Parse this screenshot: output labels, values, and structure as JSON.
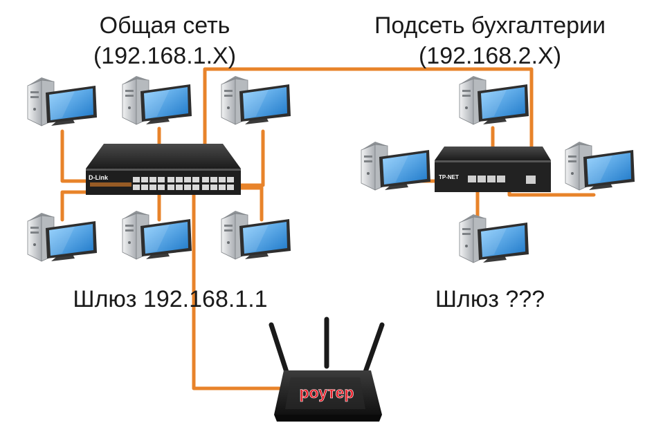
{
  "left_network": {
    "title": "Общая сеть",
    "subnet": "(192.168.1.X)",
    "gateway": "Шлюз 192.168.1.1",
    "switch_brand": "D-Link"
  },
  "right_network": {
    "title": "Подсеть бухгалтерии",
    "subnet": "(192.168.2.X)",
    "gateway": "Шлюз ???",
    "switch_brand": "TP-NET"
  },
  "router": {
    "label": "роутер"
  },
  "colors": {
    "cable": "#e8832a",
    "router_label": "#e8202a",
    "screen": "#2a8fd8",
    "tower": "#c9ccd0",
    "switch_body": "#2a2a2a"
  }
}
